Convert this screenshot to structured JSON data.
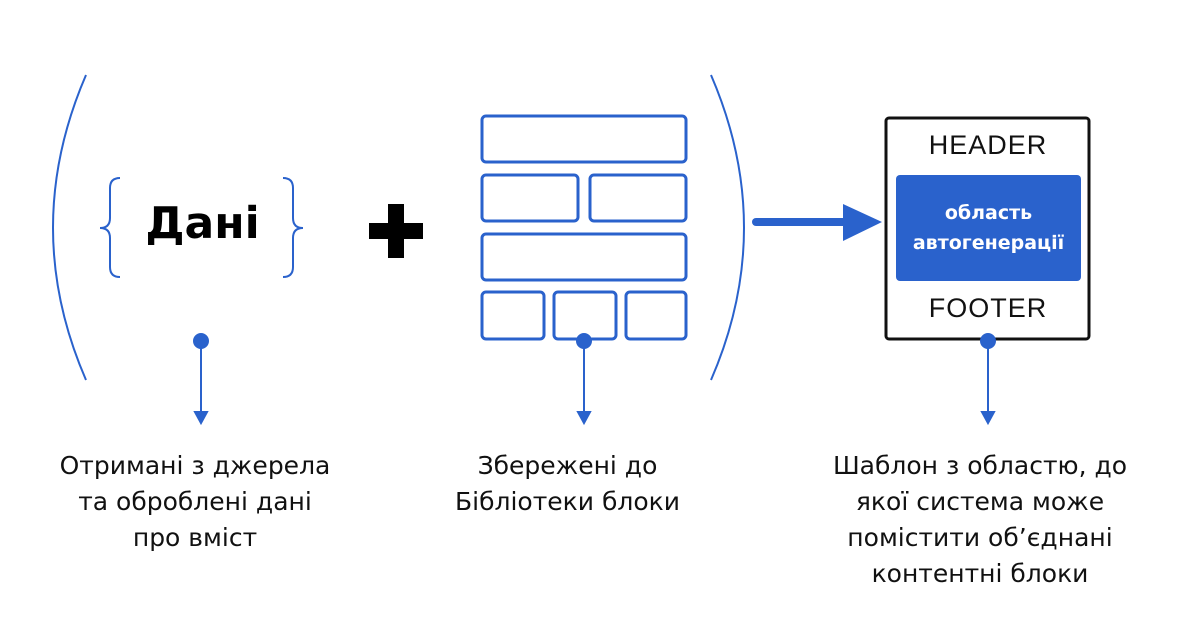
{
  "data_label": "Дані",
  "template": {
    "header": "HEADER",
    "area_line1": "область",
    "area_line2": "автогенерації",
    "footer": "FOOTER"
  },
  "captions": {
    "data": "Отримані з джерела\nта оброблені дані\nпро вміст",
    "blocks": "Збережені до\nБібліотеки блоки",
    "template": "Шаблон з областю, до\nякої система може\nпомістити об’єднані\nконтентні блоки"
  },
  "colors": {
    "accent": "#2a62cc"
  }
}
